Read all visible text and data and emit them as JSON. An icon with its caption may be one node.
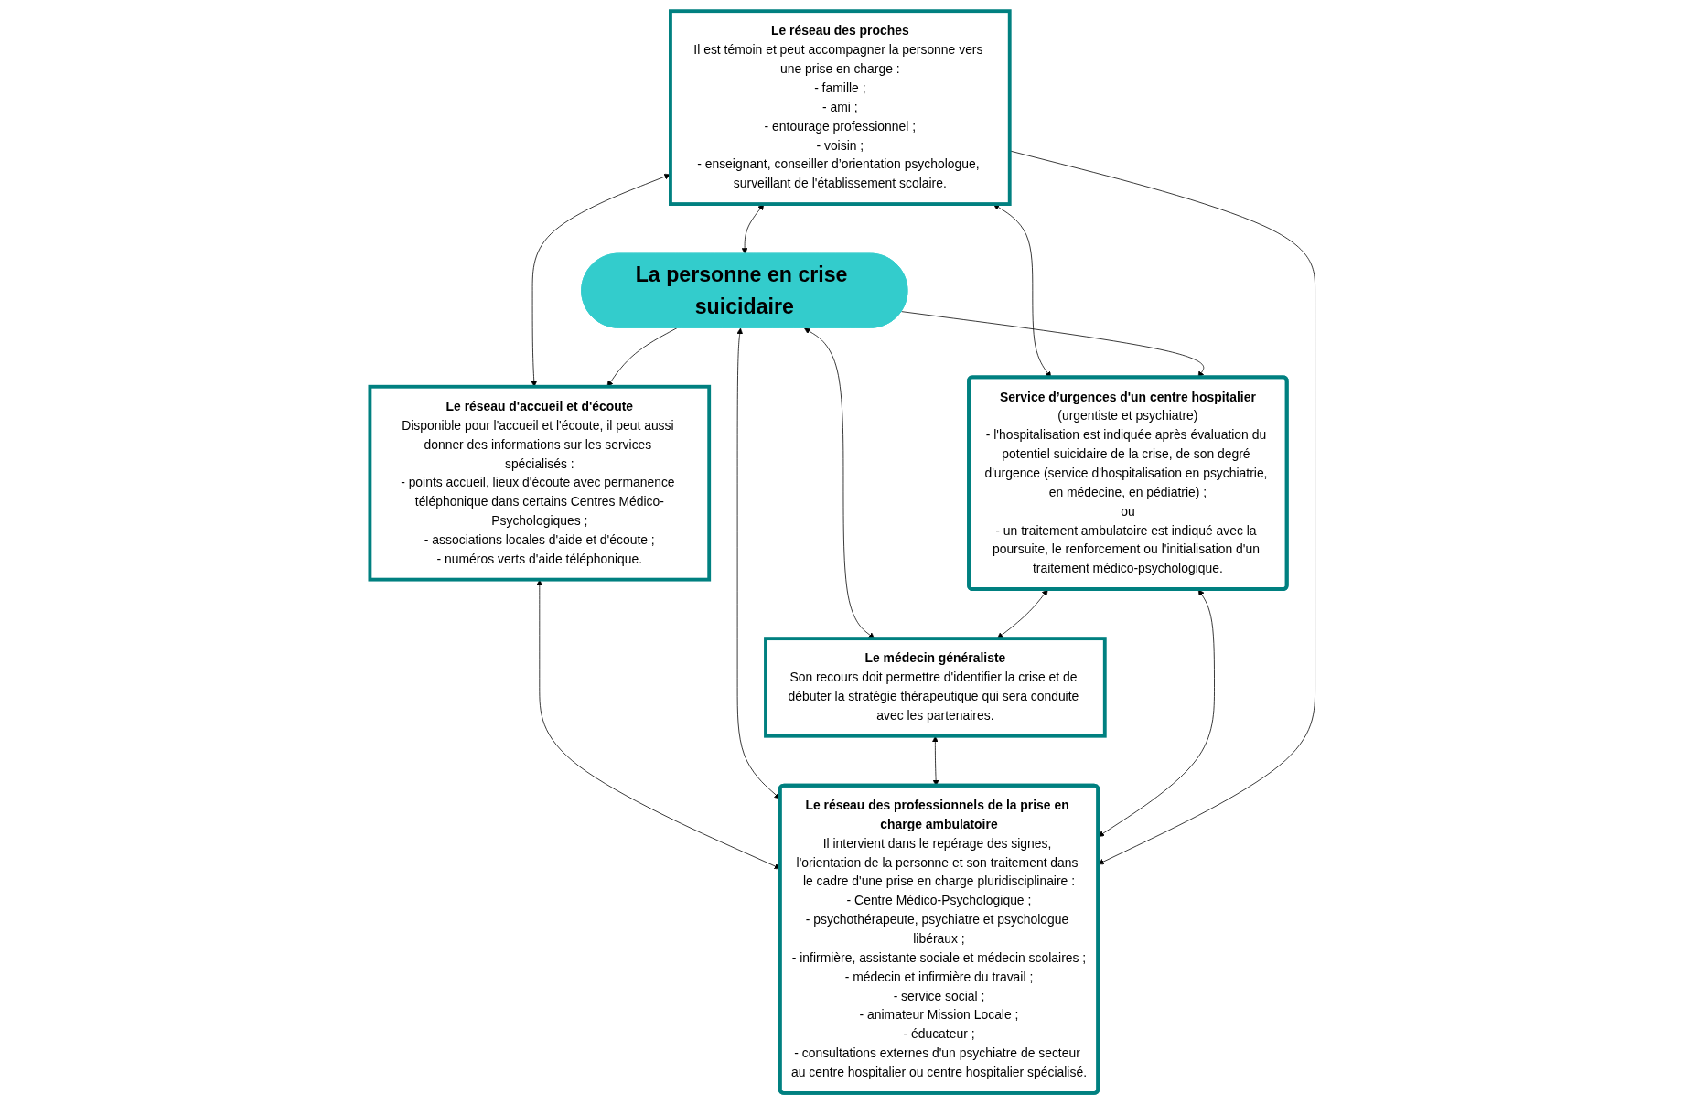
{
  "diagram": {
    "nodes": [
      {
        "text": [
          "Le réseau des proches",
          "Il est témoin et peut accompagner la personne vers une prise en charge :",
          "- famille ;",
          "- ami ;",
          "- entourage professionnel ;",
          "- voisin ;",
          "- enseignant, conseiller d’orientation psychologue, surveillant de l'établissement scolaire."
        ]
      },
      {
        "text": [
          "Le réseau d'accueil et d'écoute",
          "Disponible pour l'accueil et l'écoute, il peut aussi donner des informations sur les services spécialisés :",
          "- points accueil, lieux d'écoute avec permanence téléphonique dans certains Centres Médico-Psychologiques ;",
          "- associations locales d'aide et d'écoute ;",
          "- numéros verts d'aide téléphonique."
        ]
      },
      {
        "text": [
          "La personne en crise suicidaire"
        ]
      },
      {
        "text": [
          "Service d’urgences d'un centre hospitalier",
          "(urgentiste et psychiatre)",
          "- l'hospitalisation est indiquée après évaluation du potentiel suicidaire de la crise, de son degré d'urgence (service d'hospitalisation en psychiatrie, en médecine, en pédiatrie) ;",
          "ou",
          "- un traitement ambulatoire est indiqué avec la poursuite, le renforcement ou l'initialisation d'un traitement médico-psychologique."
        ]
      },
      {
        "text": [
          "Le médecin généraliste",
          "Son recours doit permettre d'identifier la crise et de débuter la stratégie thérapeutique qui sera conduite avec les partenaires."
        ]
      },
      {
        "text": [
          "Le réseau des professionnels de la prise en charge ambulatoire",
          "Il intervient dans le repérage des signes, l'orientation de la personne et son traitement dans le cadre d'une prise en charge pluridisciplinaire :",
          "- Centre Médico-Psychologique ;",
          "- psychothérapeute, psychiatre et psychologue libéraux ;",
          "- infirmière, assistante sociale et médecin scolaires ;",
          "- médecin et infirmière du travail ;",
          "- service social ;",
          "- animateur Mission Locale ;",
          "- éducateur ;",
          "- consultations externes d'un psychiatre de secteur au centre hospitalier ou centre hospitalier spécialisé."
        ]
      }
    ],
    "edges": [
      {
        "from": 0,
        "to": 1,
        "arrow": "both"
      },
      {
        "from": 0,
        "to": 3,
        "arrow": "both"
      },
      {
        "from": 1,
        "to": 5,
        "arrow": "both"
      },
      {
        "from": 0,
        "to": 2,
        "arrow": "both"
      },
      {
        "from": 2,
        "to": 1,
        "arrow": "to"
      },
      {
        "from": 2,
        "to": 3,
        "arrow": "to"
      },
      {
        "from": 2,
        "to": 5,
        "arrow": "both"
      },
      {
        "from": 2,
        "to": 4,
        "arrow": "both"
      },
      {
        "from": 3,
        "to": 4,
        "arrow": "both"
      },
      {
        "from": 4,
        "to": 5,
        "arrow": "both"
      },
      {
        "from": 3,
        "to": 5,
        "arrow": "both"
      },
      {
        "from": 0,
        "to": 5,
        "arrow": "to"
      }
    ]
  }
}
